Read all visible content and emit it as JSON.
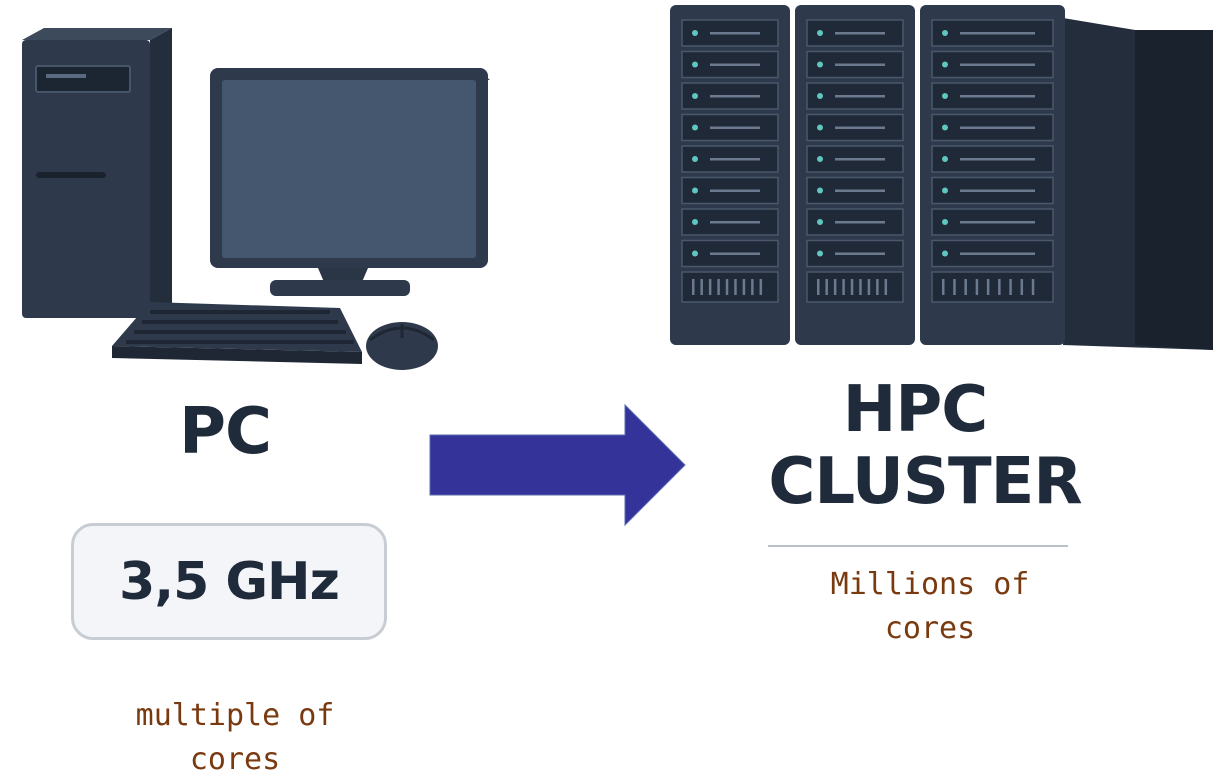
{
  "pc": {
    "label": "PC",
    "speed": "3,5 GHz",
    "note": "multiple of cores",
    "icons": [
      "desktop-tower-icon",
      "monitor-icon",
      "keyboard-icon",
      "mouse-icon"
    ]
  },
  "arrow": {
    "icon": "right-arrow-icon",
    "color": "#333399"
  },
  "hpc": {
    "label_line1": "HPC",
    "label_line2": "CLUSTER",
    "note": "Millions of cores",
    "icons": [
      "server-rack-icon"
    ]
  },
  "colors": {
    "device_dark": "#2e3a4b",
    "text_dark": "#1f2a3a",
    "note_brown": "#7a3a10",
    "led_teal": "#5fc6c0"
  }
}
